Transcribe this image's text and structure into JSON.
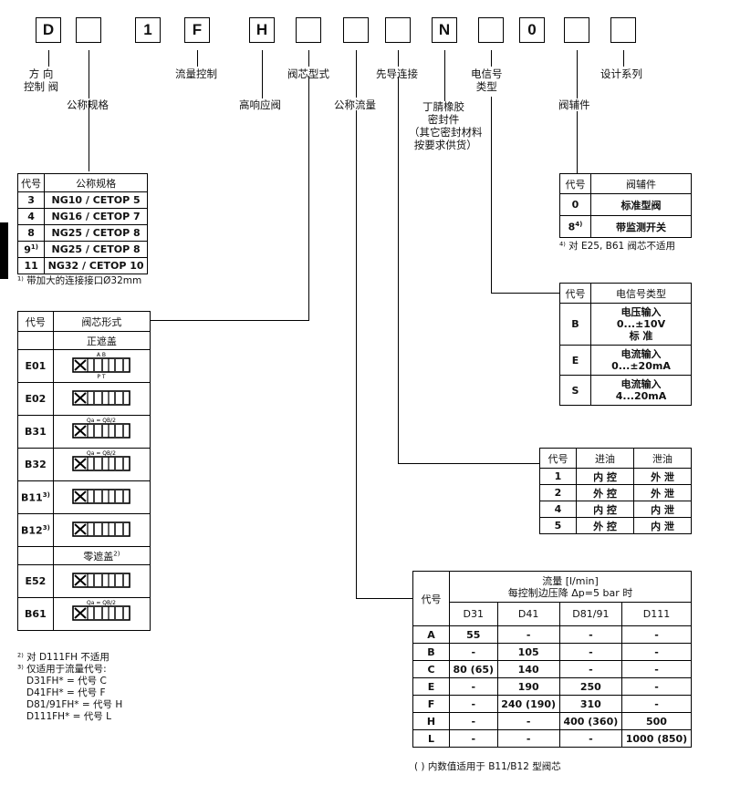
{
  "code_boxes": [
    "D",
    "",
    "1",
    "F",
    "H",
    "",
    "",
    "",
    "N",
    "",
    "0",
    "",
    ""
  ],
  "labels": {
    "valve_type": "方 向\n控制 阀",
    "nominal_size": "公称规格",
    "flow_control": "流量控制",
    "high_response": "高响应阀",
    "spool_type": "阀芯型式",
    "nominal_flow": "公称流量",
    "pilot_connection": "先导连接",
    "seal": "丁腈橡胶\n密封件",
    "seal_note": "（其它密封材料\n按要求供货）",
    "signal_type": "电信号\n类型",
    "accessory": "阀辅件",
    "design_series": "设计系列"
  },
  "size_table": {
    "headers": [
      "代号",
      "公称规格"
    ],
    "rows": [
      {
        "code": "3",
        "sup": "",
        "value": "NG10 / CETOP 5"
      },
      {
        "code": "4",
        "sup": "",
        "value": "NG16 / CETOP 7"
      },
      {
        "code": "8",
        "sup": "",
        "value": "NG25 / CETOP 8"
      },
      {
        "code": "9",
        "sup": "1)",
        "value": "NG25 / CETOP 8"
      },
      {
        "code": "11",
        "sup": "",
        "value": "NG32 / CETOP 10"
      }
    ],
    "footnote_mark": "¹⁾",
    "footnote": "带加大的连接接口Ø32mm"
  },
  "spool_table": {
    "headers": [
      "代号",
      "阀芯形式"
    ],
    "section_positive": "正遮盖",
    "section_zero": "零遮盖",
    "section_zero_sup": "2)",
    "rows_positive": [
      {
        "code": "E01",
        "sup": "",
        "top": "A B",
        "bot": "P T"
      },
      {
        "code": "E02",
        "sup": "",
        "top": "",
        "bot": ""
      },
      {
        "code": "B31",
        "sup": "",
        "top": "Qa = QB/2",
        "bot": ""
      },
      {
        "code": "B32",
        "sup": "",
        "top": "Qa = QB/2",
        "bot": ""
      },
      {
        "code": "B11",
        "sup": "3)",
        "top": "",
        "bot": ""
      },
      {
        "code": "B12",
        "sup": "3)",
        "top": "",
        "bot": ""
      }
    ],
    "rows_zero": [
      {
        "code": "E52",
        "sup": "",
        "top": "",
        "bot": ""
      },
      {
        "code": "B61",
        "sup": "",
        "top": "Qa = QB/2",
        "bot": ""
      }
    ],
    "notes": [
      {
        "mark": "²⁾",
        "text": "对 D111FH  不适用"
      },
      {
        "mark": "³⁾",
        "text": "仅适用于流量代号:"
      },
      {
        "mark": "",
        "text": "D31FH*      = 代号 C"
      },
      {
        "mark": "",
        "text": "D41FH*      = 代号 F"
      },
      {
        "mark": "",
        "text": "D81/91FH*  = 代号 H"
      },
      {
        "mark": "",
        "text": "D111FH*    = 代号 L"
      }
    ]
  },
  "accessory_table": {
    "headers": [
      "代号",
      "阀辅件"
    ],
    "rows": [
      {
        "code": "0",
        "sup": "",
        "value": "标准型阀"
      },
      {
        "code": "8",
        "sup": "4)",
        "value": "带监测开关"
      }
    ],
    "footnote_mark": "⁴⁾",
    "footnote": "对 E25, B61 阀芯不适用"
  },
  "signal_table": {
    "headers": [
      "代号",
      "电信号类型"
    ],
    "rows": [
      {
        "code": "B",
        "value": "电压输入\n0...±10V\n标 准"
      },
      {
        "code": "E",
        "value": "电流输入\n0...±20mA"
      },
      {
        "code": "S",
        "value": "电流输入\n4...20mA"
      }
    ]
  },
  "pilot_table": {
    "headers": [
      "代号",
      "进油",
      "泄油"
    ],
    "rows": [
      {
        "code": "1",
        "in": "内 控",
        "out": "外 泄"
      },
      {
        "code": "2",
        "in": "外 控",
        "out": "外 泄"
      },
      {
        "code": "4",
        "in": "内 控",
        "out": "内 泄"
      },
      {
        "code": "5",
        "in": "外 控",
        "out": "内 泄"
      }
    ]
  },
  "flow_table": {
    "code_header": "代号",
    "title": "流量 [l/min]\n每控制边压降 Δp=5 bar 时",
    "columns": [
      "D31",
      "D41",
      "D81/91",
      "D111"
    ],
    "rows": [
      {
        "code": "A",
        "values": [
          "55",
          "-",
          "-",
          "-"
        ]
      },
      {
        "code": "B",
        "values": [
          "-",
          "105",
          "-",
          "-"
        ]
      },
      {
        "code": "C",
        "values": [
          "80 (65)",
          "140",
          "-",
          "-"
        ]
      },
      {
        "code": "E",
        "values": [
          "-",
          "190",
          "250",
          "-"
        ]
      },
      {
        "code": "F",
        "values": [
          "-",
          "240 (190)",
          "310",
          "-"
        ]
      },
      {
        "code": "H",
        "values": [
          "-",
          "-",
          "400 (360)",
          "500"
        ]
      },
      {
        "code": "L",
        "values": [
          "-",
          "-",
          "-",
          "1000 (850)"
        ]
      }
    ],
    "footnote": "( ) 内数值适用于 B11/B12 型阀芯"
  }
}
